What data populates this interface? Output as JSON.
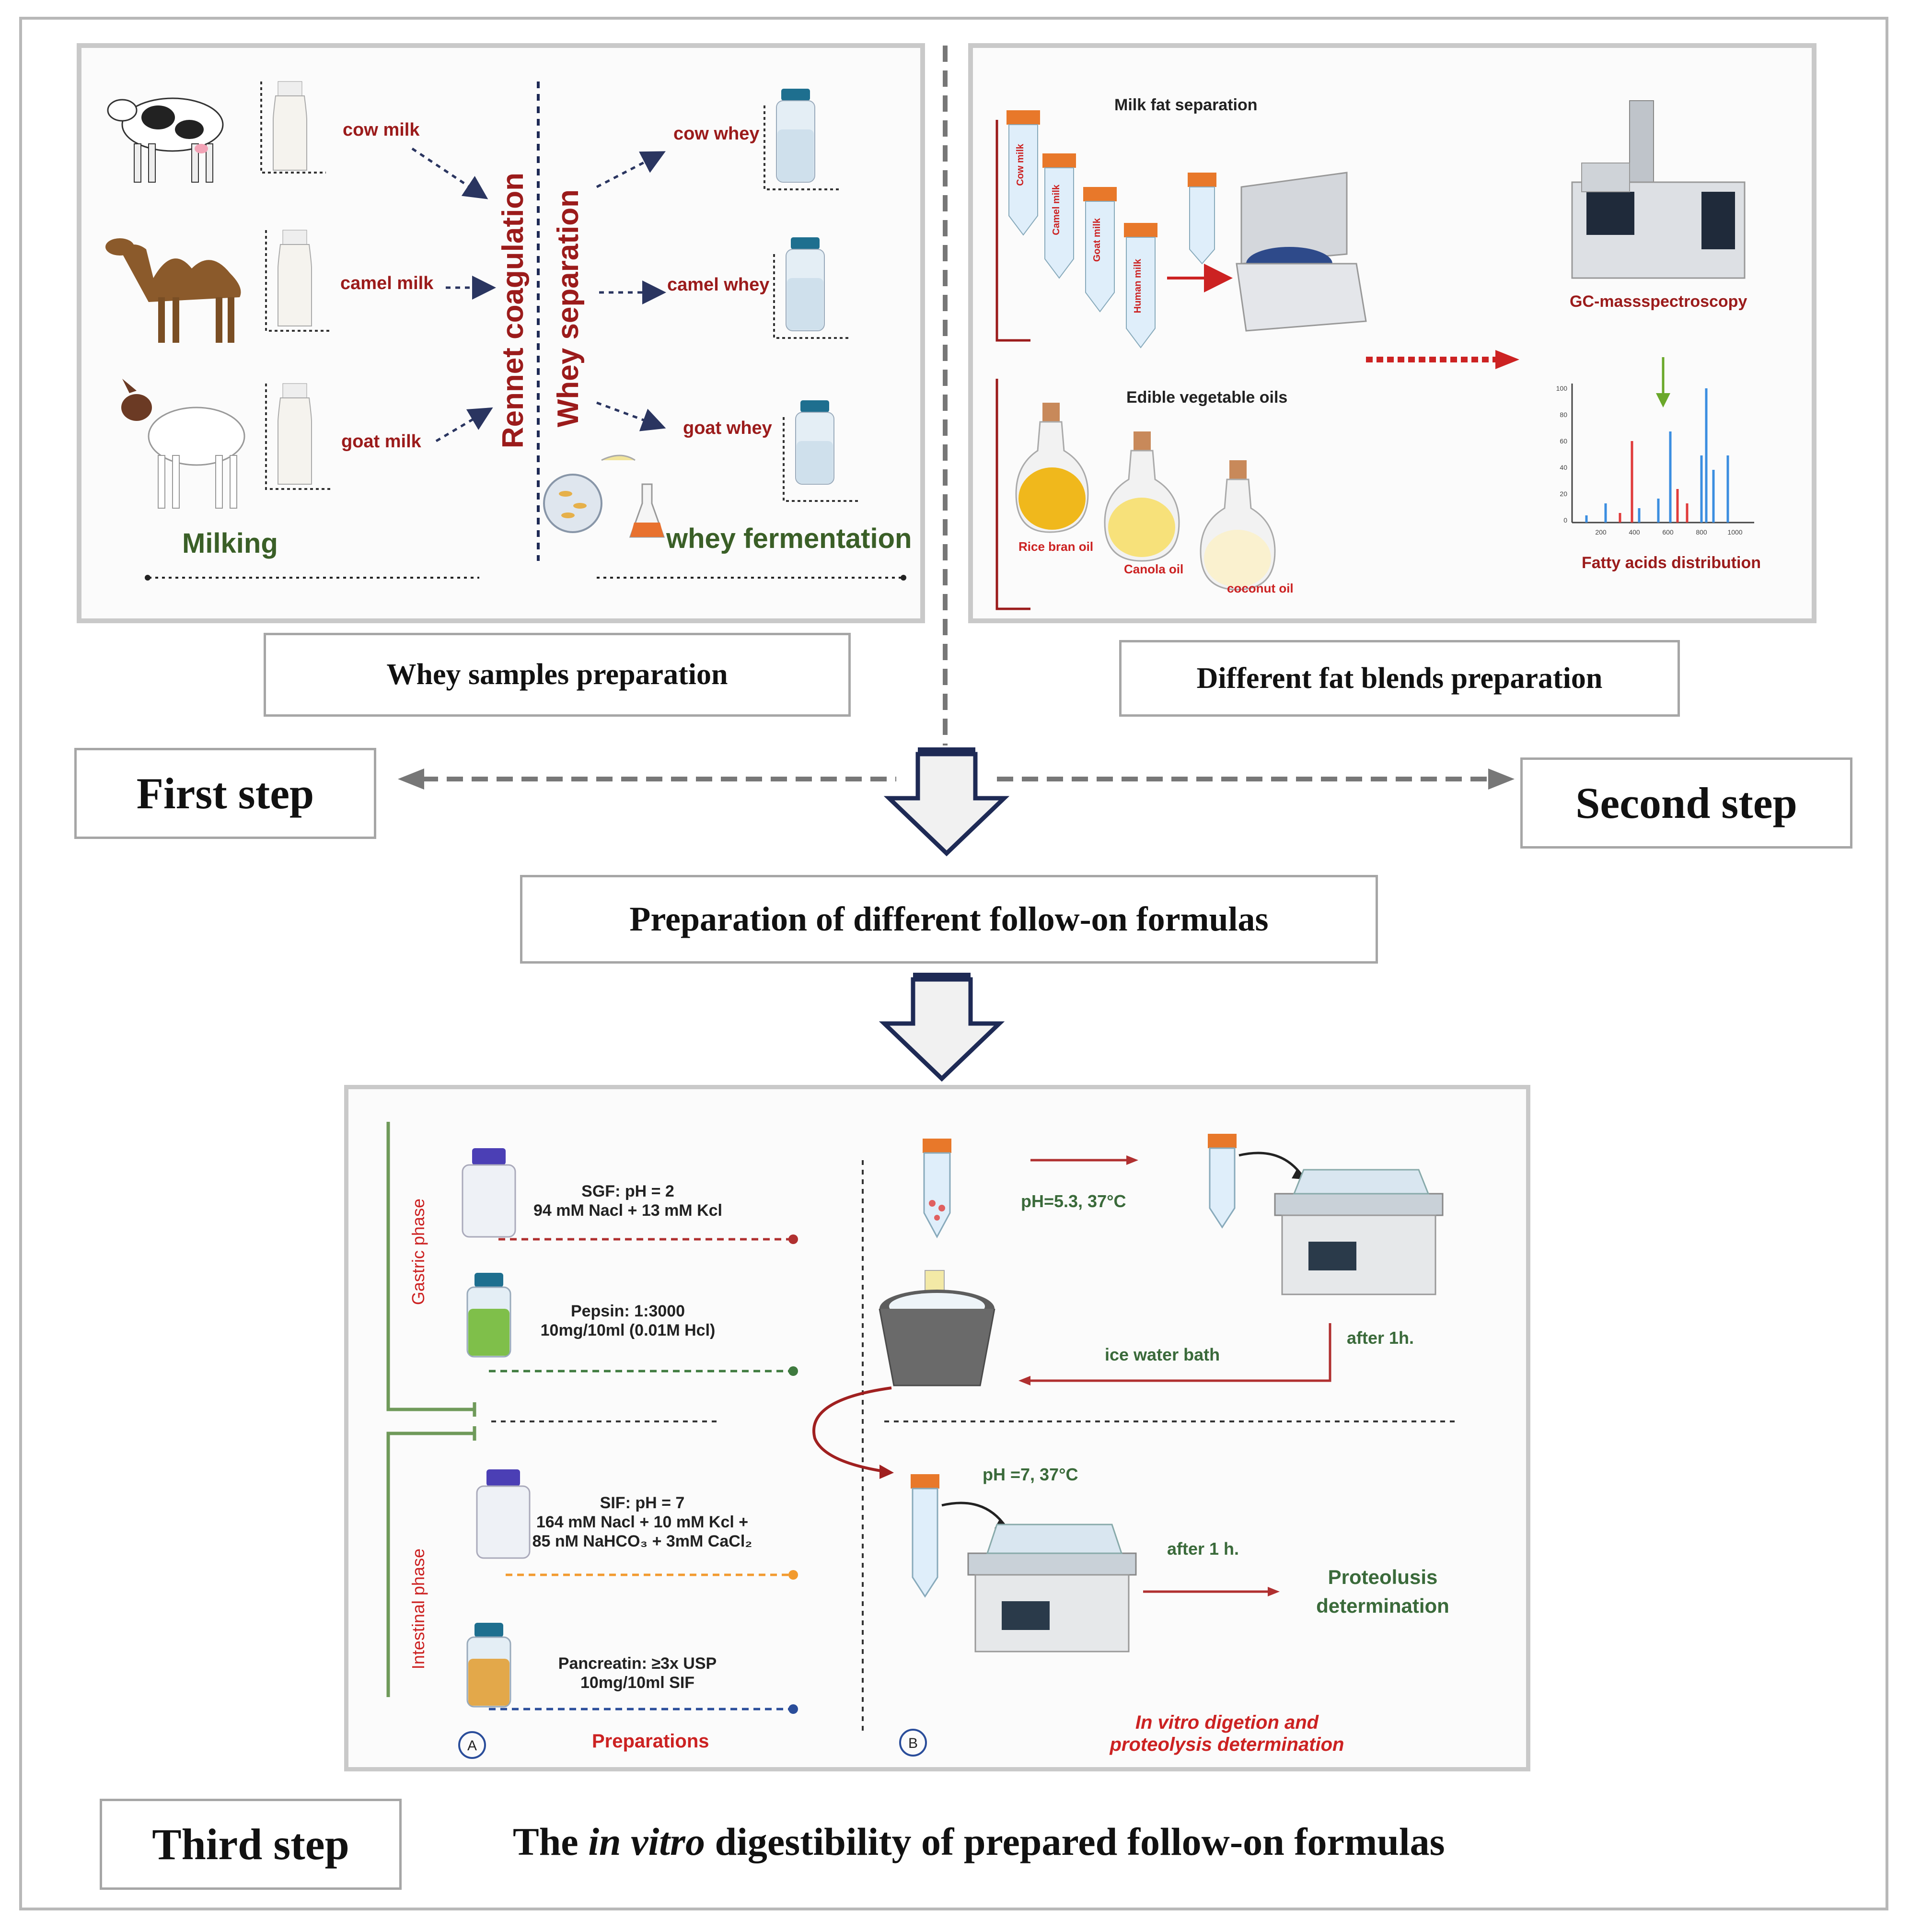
{
  "panel1": {
    "cow_milk": "cow milk",
    "camel_milk": "camel milk",
    "goat_milk": "goat milk",
    "milking": "Milking",
    "rennet": "Rennet coagulation",
    "whey_sep": "Whey separation",
    "cow_whey": "cow whey",
    "camel_whey": "camel whey",
    "goat_whey": "goat whey",
    "fermentation": "whey fermentation"
  },
  "panel2": {
    "milk_fat": "Milk fat separation",
    "oils": "Edible vegetable oils",
    "tube_cow": "Cow milk",
    "tube_camel": "Camel milk",
    "tube_goat": "Goat milk",
    "tube_human": "Human milk",
    "rice": "Rice bran oil",
    "canola": "Canola oil",
    "coconut": "coconut oil",
    "gc": "GC-massspectroscopy",
    "fa": "Fatty acids distribution",
    "y_ticks": [
      "100",
      "80",
      "60",
      "40",
      "20",
      "0"
    ],
    "x_ticks": [
      "200",
      "400",
      "600",
      "800",
      "1000"
    ]
  },
  "labels": {
    "whey_prep": "Whey samples preparation",
    "fat_prep": "Different fat blends preparation",
    "first": "First step",
    "second": "Second step",
    "prep_formulas": "Preparation of different follow-on formulas",
    "third": "Third step",
    "bottom_pre": "The ",
    "bottom_em": "in vitro",
    "bottom_post": " digestibility of prepared follow-on formulas"
  },
  "panel3": {
    "gastric": "Gastric phase",
    "intestinal": "Intestinal phase",
    "sgf1": "SGF: pH = 2",
    "sgf2": "94 mM Nacl + 13 mM Kcl",
    "pep1": "Pepsin: 1:3000",
    "pep2": "10mg/10ml (0.01M Hcl)",
    "sif1": "SIF: pH = 7",
    "sif2": "164 mM Nacl + 10 mM Kcl +",
    "sif3": "85 nM NaHCO₃ + 3mM CaCl₂",
    "pan1": "Pancreatin: ≥3x USP",
    "pan2": "10mg/10ml SIF",
    "circle_a": "A",
    "circle_b": "B",
    "preparations": "Preparations",
    "ph53": "pH=5.3, 37°C",
    "ice": "ice water bath",
    "after1": "after 1h.",
    "ph7": "pH =7, 37°C",
    "after2": "after 1 h.",
    "prot1": "Proteolusis",
    "prot2": "determination",
    "invitro1": "In vitro digetion and",
    "invitro2": "proteolysis determination"
  }
}
